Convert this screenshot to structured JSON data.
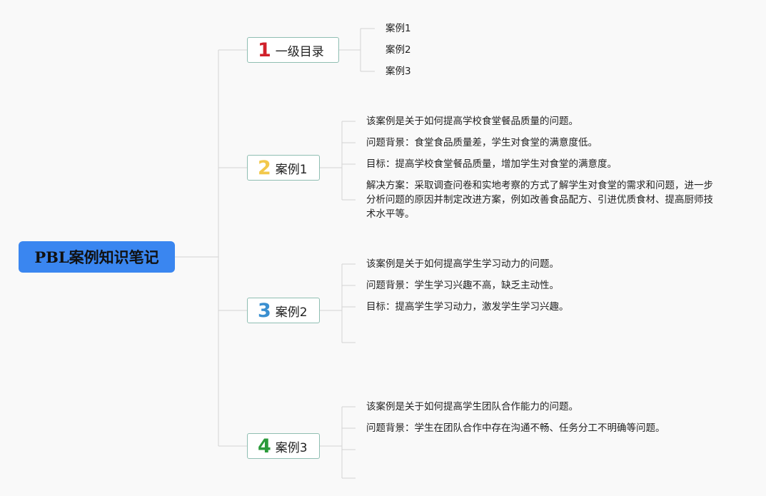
{
  "root": {
    "title": "PBL案例知识笔记"
  },
  "branches": [
    {
      "num": "1",
      "num_color": "#d0202a",
      "label": "一级目录",
      "leaves": [
        "案例1",
        "案例2",
        "案例3"
      ]
    },
    {
      "num": "2",
      "num_color": "#f2c84b",
      "label": "案例1",
      "leaves": [
        "该案例是关于如何提高学校食堂餐品质量的问题。",
        "问题背景：食堂食品质量差，学生对食堂的满意度低。",
        "目标：提高学校食堂餐品质量，增加学生对食堂的满意度。",
        "解决方案：采取调查问卷和实地考察的方式了解学生对食堂的需求和问题，进一步分析问题的原因并制定改进方案，例如改善食品配方、引进优质食材、提高厨师技术水平等。"
      ]
    },
    {
      "num": "3",
      "num_color": "#3a8fd0",
      "label": "案例2",
      "leaves": [
        "该案例是关于如何提高学生学习动力的问题。",
        "问题背景：学生学习兴趣不高，缺乏主动性。",
        "目标：提高学生学习动力，激发学生学习兴趣。",
        ""
      ]
    },
    {
      "num": "4",
      "num_color": "#2a9a3a",
      "label": "案例3",
      "leaves": [
        "该案例是关于如何提高学生团队合作能力的问题。",
        "问题背景：学生在团队合作中存在沟通不畅、任务分工不明确等问题。",
        "",
        ""
      ]
    }
  ]
}
